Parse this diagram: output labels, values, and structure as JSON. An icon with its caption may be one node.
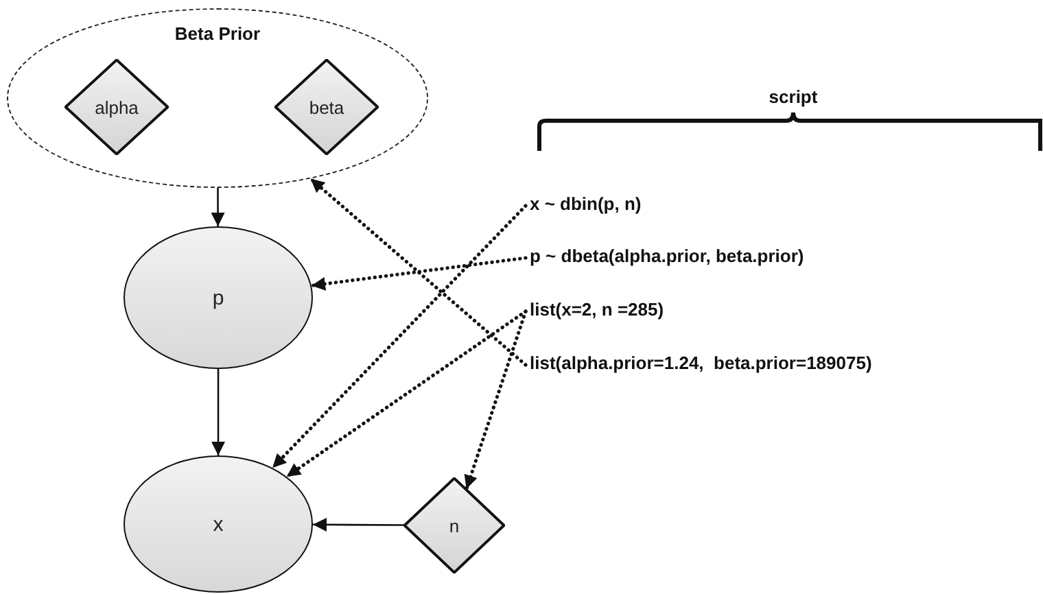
{
  "diagram": {
    "nodes": [
      {
        "text": [
          "Beta Prior"
        ]
      },
      {
        "text": [
          "alpha"
        ],
        "in": 0
      },
      {
        "text": [
          "beta"
        ],
        "in": 0
      },
      {
        "text": [
          "p"
        ]
      },
      {
        "text": [
          "x"
        ]
      },
      {
        "text": [
          "n"
        ]
      },
      {
        "text": [
          "x ~ dbin(p, n)"
        ]
      },
      {
        "text": [
          "p ~ dbeta(alpha.prior, beta.prior)"
        ]
      },
      {
        "text": [
          "list(x=2, n =285)"
        ]
      },
      {
        "text": [
          "list(alpha.prior=1.24,  beta.prior=189075)"
        ]
      }
    ],
    "edges": [
      {
        "from": 0,
        "to": 3,
        "arrow": "to"
      },
      {
        "from": 3,
        "to": 4,
        "arrow": "to"
      },
      {
        "from": 5,
        "to": 4,
        "arrow": "to"
      },
      {
        "from": 6,
        "to": 4,
        "arrow": "to",
        "style": "dashed"
      },
      {
        "from": 7,
        "to": 3,
        "arrow": "to",
        "style": "dashed"
      },
      {
        "from": 8,
        "to": 4,
        "arrow": "to",
        "style": "dashed"
      },
      {
        "from": 8,
        "to": 5,
        "arrow": "to",
        "style": "dashed"
      },
      {
        "from": 9,
        "to": 0,
        "arrow": "to",
        "style": "dashed"
      }
    ],
    "labels": [
      "script"
    ]
  }
}
